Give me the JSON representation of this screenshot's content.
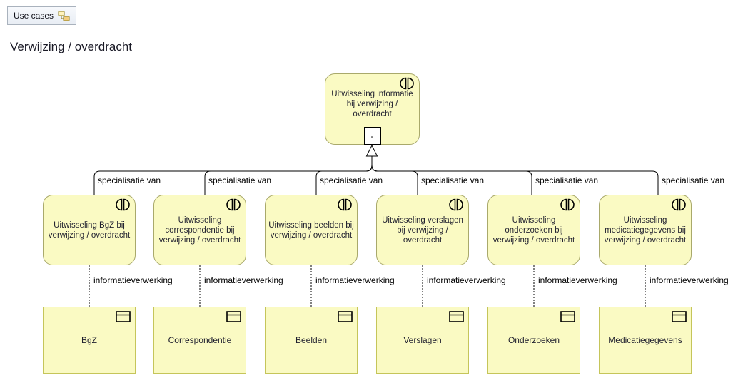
{
  "toolbar": {
    "use_cases_label": "Use cases"
  },
  "title": "Verwijzing / overdracht",
  "diagram": {
    "parent": {
      "label": "Uitwisseling informatie bij verwijzing / overdracht",
      "collapse_indicator": "-"
    },
    "specialization_label": "specialisatie van",
    "association_label": "informatieverwerking",
    "columns": [
      {
        "usecase": "Uitwisseling BgZ bij verwijzing / overdracht",
        "object": "BgZ"
      },
      {
        "usecase": "Uitwisseling correspondentie bij verwijzing / overdracht",
        "object": "Correspondentie"
      },
      {
        "usecase": "Uitwisseling beelden bij verwijzing / overdracht",
        "object": "Beelden"
      },
      {
        "usecase": "Uitwisseling verslagen bij verwijzing / overdracht",
        "object": "Verslagen"
      },
      {
        "usecase": "Uitwisseling onderzoeken bij verwijzing / overdracht",
        "object": "Onderzoeken"
      },
      {
        "usecase": "Uitwisseling medicatiegegevens bij verwijzing / overdracht",
        "object": "Medicatiegegevens"
      }
    ],
    "icons": {
      "usecase_corner": "interaction-icon",
      "object_corner": "business-object-icon",
      "button": "diagram-icon"
    },
    "colors": {
      "usecase_fill": "#fafac3",
      "usecase_border": "#a9a96b",
      "object_border": "#c5c55a",
      "connector": "#000000"
    }
  }
}
